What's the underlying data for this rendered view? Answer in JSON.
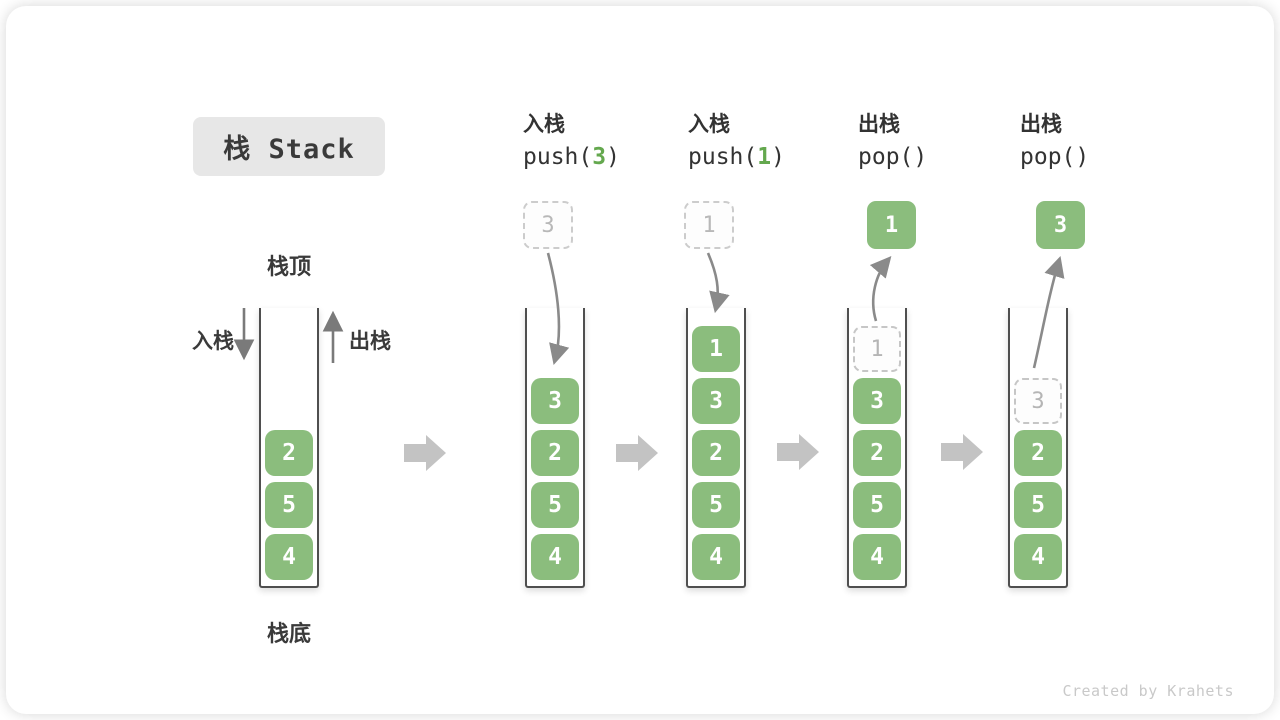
{
  "title": "栈 Stack",
  "stack_labels": {
    "top": "栈顶",
    "bottom": "栈底",
    "push_side": "入栈",
    "pop_side": "出栈"
  },
  "watermark": "Created by Krahets",
  "colors": {
    "block_green": "#8bbd7d",
    "code_arg_green": "#64a84e",
    "curve_arrow_gray": "#8a8a8a",
    "block_arrow_gray": "#c3c3c3",
    "title_box_bg": "#e7e7e7",
    "text_dark": "#3a3a3a",
    "ghost_border": "#c6c6c6",
    "ghost_text": "#b5b5b5"
  },
  "steps": [
    {
      "label": "入栈",
      "code_pre": "push(",
      "code_arg": "3",
      "code_post": ")",
      "float_value": "3"
    },
    {
      "label": "入栈",
      "code_pre": "push(",
      "code_arg": "1",
      "code_post": ")",
      "float_value": "1"
    },
    {
      "label": "出栈",
      "code_pre": "pop()",
      "code_arg": "",
      "code_post": "",
      "float_value": "1"
    },
    {
      "label": "出栈",
      "code_pre": "pop()",
      "code_arg": "",
      "code_post": "",
      "float_value": "3"
    }
  ],
  "stacks": [
    {
      "ghost": null,
      "blocks": [
        "2",
        "5",
        "4"
      ]
    },
    {
      "ghost": null,
      "blocks": [
        "3",
        "2",
        "5",
        "4"
      ]
    },
    {
      "ghost": null,
      "blocks": [
        "1",
        "3",
        "2",
        "5",
        "4"
      ]
    },
    {
      "ghost": "1",
      "blocks": [
        "3",
        "2",
        "5",
        "4"
      ]
    },
    {
      "ghost": "3",
      "blocks": [
        "2",
        "5",
        "4"
      ]
    }
  ]
}
